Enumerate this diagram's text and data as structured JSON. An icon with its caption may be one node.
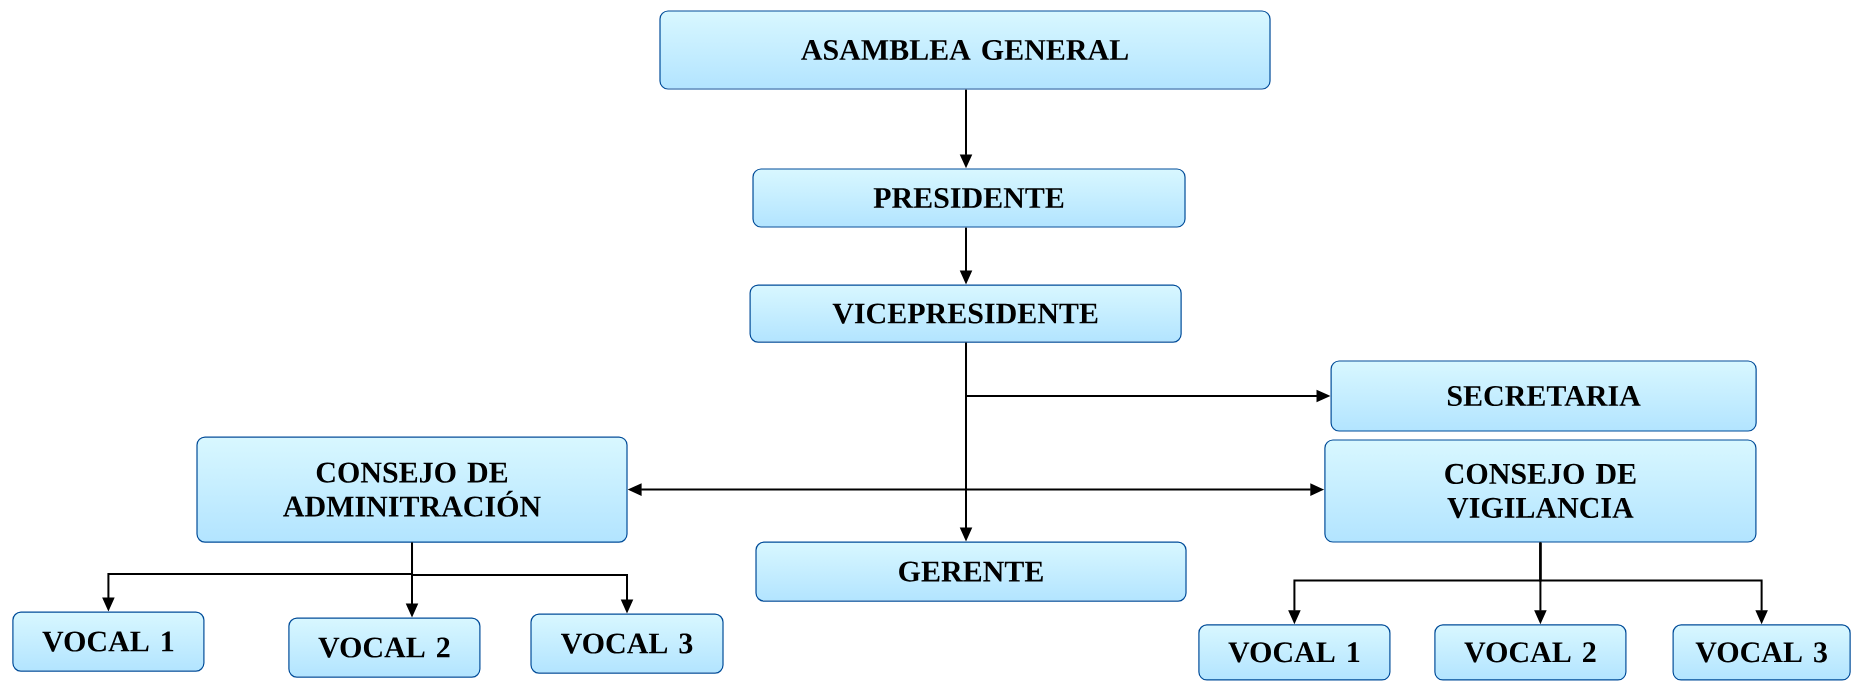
{
  "diagram": {
    "nodes": [
      {
        "text": [
          "ASAMBLEA GENERAL"
        ]
      },
      {
        "text": [
          "PRESIDENTE"
        ]
      },
      {
        "text": [
          "VICEPRESIDENTE"
        ]
      },
      {
        "text": [
          "SECRETARIA"
        ]
      },
      {
        "text": [
          "CONSEJO DE ADMINITRACIÓN"
        ]
      },
      {
        "text": [
          "CONSEJO DE VIGILANCIA"
        ]
      },
      {
        "text": [
          "GERENTE"
        ]
      },
      {
        "text": [
          "VOCAL 1"
        ]
      },
      {
        "text": [
          "VOCAL 2"
        ]
      },
      {
        "text": [
          "VOCAL 3"
        ]
      },
      {
        "text": [
          "VOCAL 1"
        ]
      },
      {
        "text": [
          "VOCAL 2"
        ]
      },
      {
        "text": [
          "VOCAL 3"
        ]
      }
    ],
    "edges": [
      {
        "from": 0,
        "to": 1,
        "arrow": "to"
      },
      {
        "from": 1,
        "to": 2,
        "arrow": "to"
      },
      {
        "from": 2,
        "to": 3,
        "arrow": "to"
      },
      {
        "from": 4,
        "to": 5,
        "arrow": "both"
      },
      {
        "from": 2,
        "to": 6,
        "arrow": "to"
      },
      {
        "from": 4,
        "to": 7,
        "arrow": "to"
      },
      {
        "from": 4,
        "to": 8,
        "arrow": "to"
      },
      {
        "from": 4,
        "to": 9,
        "arrow": "to"
      },
      {
        "from": 5,
        "to": 10,
        "arrow": "to"
      },
      {
        "from": 5,
        "to": 11,
        "arrow": "to"
      },
      {
        "from": 5,
        "to": 12,
        "arrow": "to"
      }
    ]
  }
}
